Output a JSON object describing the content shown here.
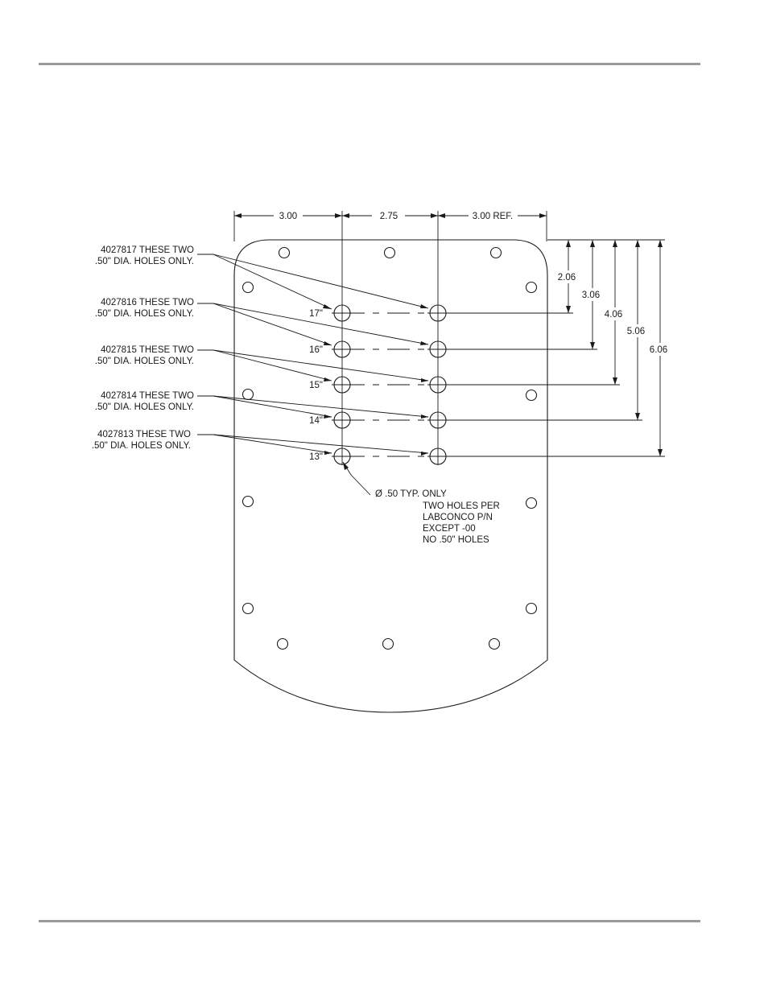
{
  "top_dimensions": [
    "3.00",
    "2.75",
    "3.00 REF."
  ],
  "right_dimensions": [
    "2.06",
    "3.06",
    "4.06",
    "5.06",
    "6.06"
  ],
  "hole_sizes": [
    "17\"",
    "16\"",
    "15\"",
    "14\"",
    "13\""
  ],
  "callouts": [
    {
      "part": "4027817 THESE TWO",
      "note": ".50\" DIA. HOLES ONLY."
    },
    {
      "part": "4027816 THESE TWO",
      "note": ".50\" DIA. HOLES ONLY."
    },
    {
      "part": "4027815 THESE TWO",
      "note": ".50\" DIA. HOLES ONLY."
    },
    {
      "part": "4027814 THESE TWO",
      "note": ".50\" DIA. HOLES ONLY."
    },
    {
      "part": "4027813 THESE TWO",
      "note": ".50\" DIA. HOLES ONLY."
    }
  ],
  "typ_note": {
    "line1": "Ø .50 TYP. ONLY",
    "line2": "TWO HOLES PER",
    "line3": "LABCONCO P/N",
    "line4": "EXCEPT -00",
    "line5": "NO .50\" HOLES"
  }
}
